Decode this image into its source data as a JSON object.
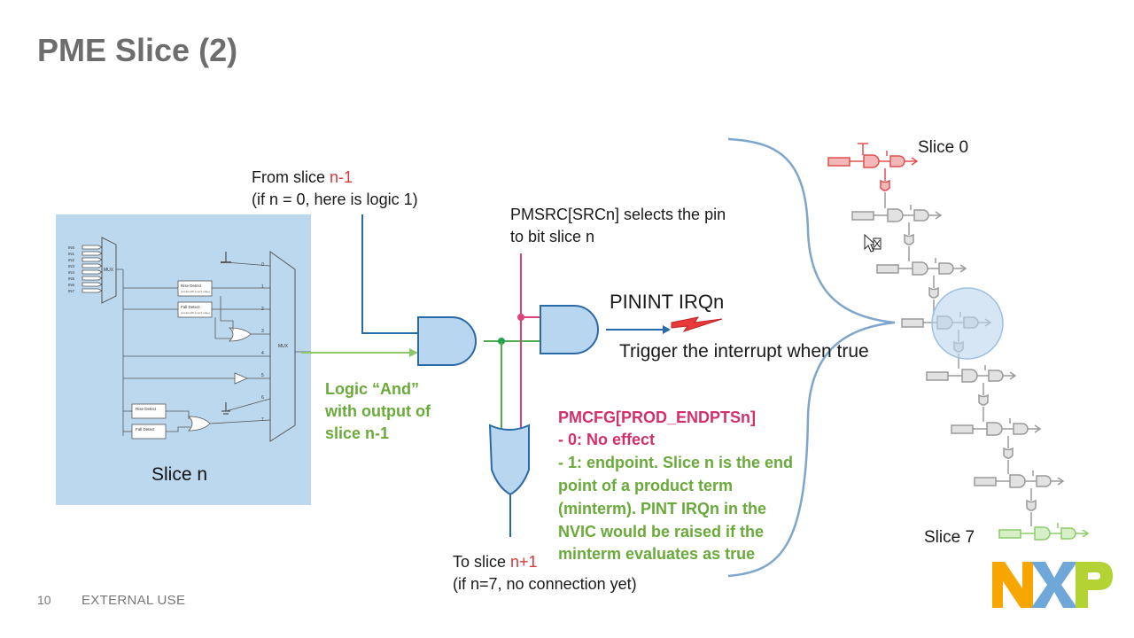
{
  "slide": {
    "title": "PME Slice (2)",
    "page_number": "10",
    "classification": "EXTERNAL USE"
  },
  "labels": {
    "from_slice_prefix": "From slice ",
    "from_slice_n": "n-1",
    "from_slice_note": "(if n = 0, here is logic 1)",
    "pmsrc_line1": "PMSRC[SRCn] selects the pin",
    "pmsrc_line2": "to bit slice n",
    "pinint": "PININT IRQn",
    "trigger": "Trigger the interrupt when true",
    "logic_and_line1": "Logic “And”",
    "logic_and_line2": "with output of",
    "logic_and_line3": "slice n-1",
    "slice_n": "Slice n",
    "to_slice_prefix": "To slice ",
    "to_slice_n": "n+1",
    "to_slice_note": "(if n=7, no connection yet)",
    "pmcfg_title": "PMCFG[PROD_ENDPTSn]",
    "pmcfg_0": "- 0: No effect",
    "pmcfg_1_lines": [
      "- 1: endpoint. Slice n is the end",
      "point of a product term",
      "(minterm). PINT IRQn in the",
      "NVIC would be raised if the",
      "minterm evaluates as true"
    ],
    "slice0": "Slice 0",
    "slice7": "Slice 7"
  },
  "inner_diagram": {
    "inputs": [
      "IN0",
      "IN1",
      "IN2",
      "IN3",
      "IN4",
      "IN5",
      "IN6",
      "IN7"
    ],
    "mux_label": "MUX",
    "mux_out_label": "MUX",
    "rise_detect": "Rise Detect",
    "fall_detect": "Fall Detect",
    "rise_detect_sub": "(Locks with sync'd edge)",
    "fall_detect_sub": "(Locks with sync'd edge)",
    "rise_detect_2": "Rise Detect",
    "fall_detect_2": "Fall Detect",
    "mux_inputs": [
      "0",
      "1",
      "2",
      "3",
      "4",
      "5",
      "6",
      "7"
    ]
  },
  "logo": {
    "text": "NXP"
  },
  "colors": {
    "title_gray": "#6d6d6d",
    "panel_blue": "#bcd8ef",
    "gate_fill": "#b8d6f0",
    "gate_stroke": "#2a6aa8",
    "green": "#6aaa3a",
    "pink": "#d4306c",
    "red": "#d63a3a",
    "bracket": "#7ea6cc",
    "nxp_orange": "#f7a600",
    "nxp_blue": "#6fa8d8",
    "nxp_green": "#b3d334"
  }
}
